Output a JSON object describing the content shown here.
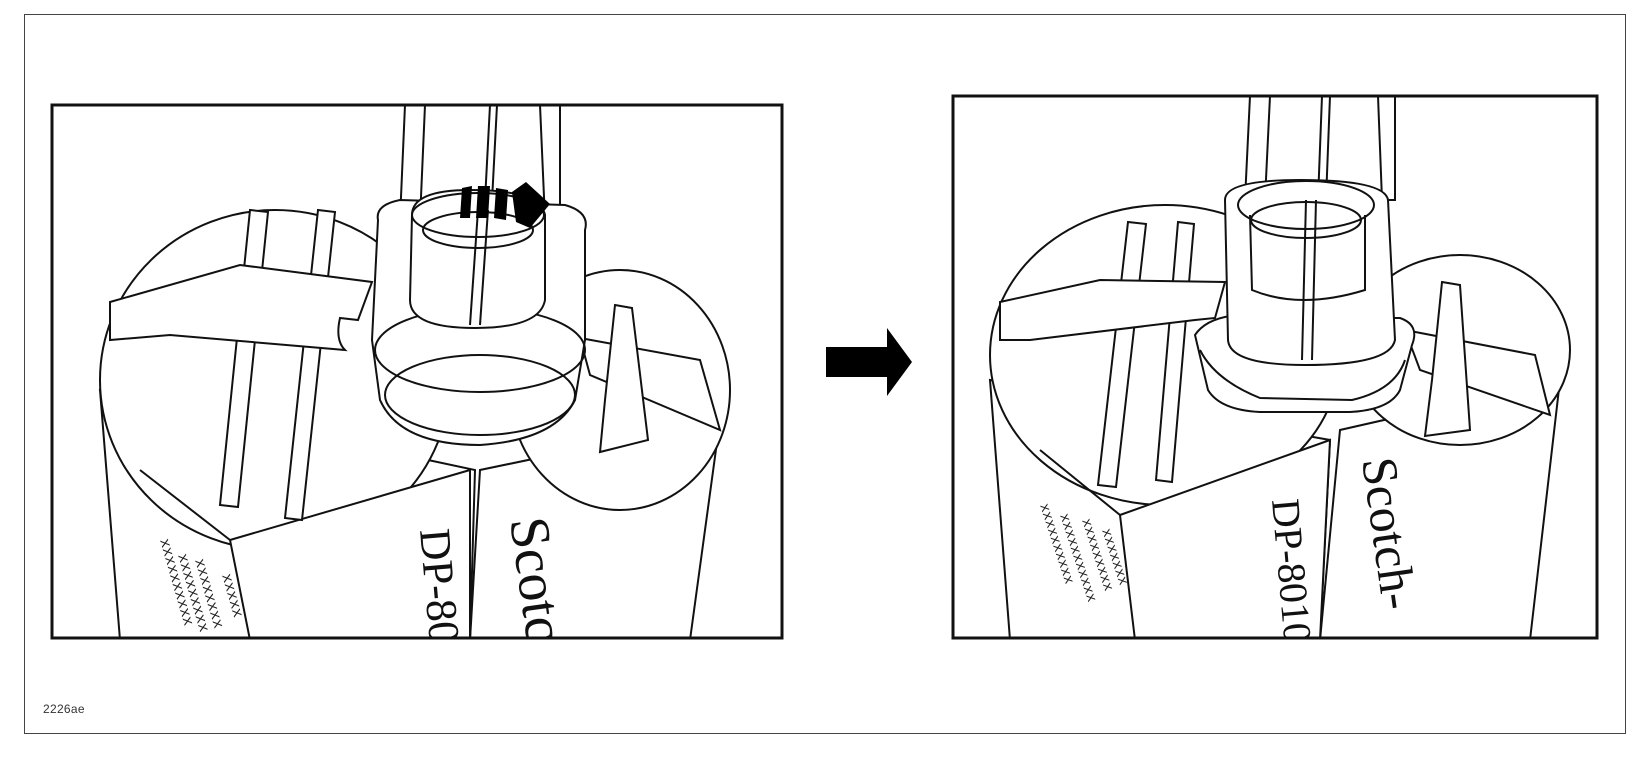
{
  "figure": {
    "id": "2226ae"
  },
  "panels": {
    "before": {
      "label_main": "Scotc",
      "label_model": "DP-80",
      "batch_lines": [
        "xxxxx",
        "xxxxxxxx",
        "xxxxxxxxx",
        "xxxxxxxxxx"
      ]
    },
    "after": {
      "label_main": "Scotch-",
      "label_model": "DP-8010",
      "batch_lines": [
        "xxxxxxxxxx",
        "xxxxxxxxxxx",
        "xxxxxxxxx",
        "xxxxxxx"
      ]
    }
  },
  "colors": {
    "line": "#111111",
    "fill": "#ffffff",
    "arrow": "#000000"
  },
  "icons": {
    "rotation": "rotate-arrow-icon",
    "transition": "right-arrow-icon"
  }
}
